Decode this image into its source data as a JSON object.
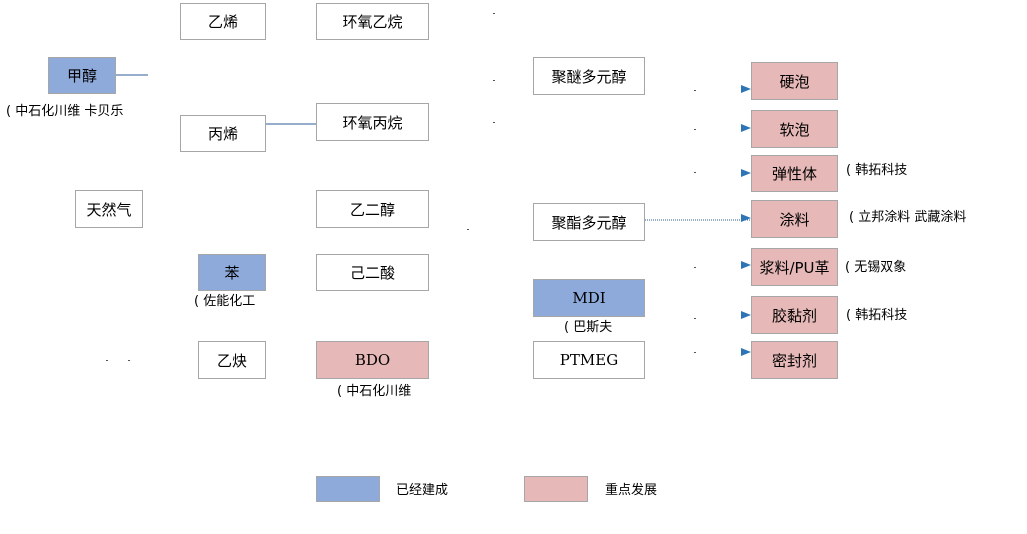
{
  "nodes": {
    "ethylene": "乙烯",
    "ethylene_oxide": "环氧乙烷",
    "methanol": "甲醇",
    "propylene": "丙烯",
    "propylene_oxide": "环氧丙烷",
    "natural_gas": "天然气",
    "ethylene_glycol": "乙二醇",
    "benzene": "苯",
    "adipic_acid": "己二酸",
    "acetylene": "乙炔",
    "bdo": "BDO",
    "polyether_polyol": "聚醚多元醇",
    "polyester_polyol": "聚酯多元醇",
    "mdi": "MDI",
    "ptmeg": "PTMEG",
    "rigid_foam": "硬泡",
    "soft_foam": "软泡",
    "elastomer": "弹性体",
    "coating": "涂料",
    "slurry_pu_leather": "浆料/PU革",
    "adhesive": "胶黏剂",
    "sealant": "密封剂"
  },
  "companies": {
    "methanol": "(   中石化川维   卡贝乐",
    "benzene": "(   佐能化工",
    "bdo": "(   中石化川维",
    "mdi": "(   巴斯夫",
    "elastomer": "(   韩拓科技",
    "coating": "(   立邦涂料   武藏涂料",
    "slurry_pu_leather": "(   无锡双象",
    "adhesive": "(   韩拓科技"
  },
  "legend": {
    "built_label": "已经建成",
    "built_color": "#8eaadb",
    "focus_label": "重点发展",
    "focus_color": "#e6b8b7"
  },
  "colors": {
    "connector": "#2e5c9a",
    "arrow": "#2e75b6",
    "border": "#a6a6a6"
  }
}
